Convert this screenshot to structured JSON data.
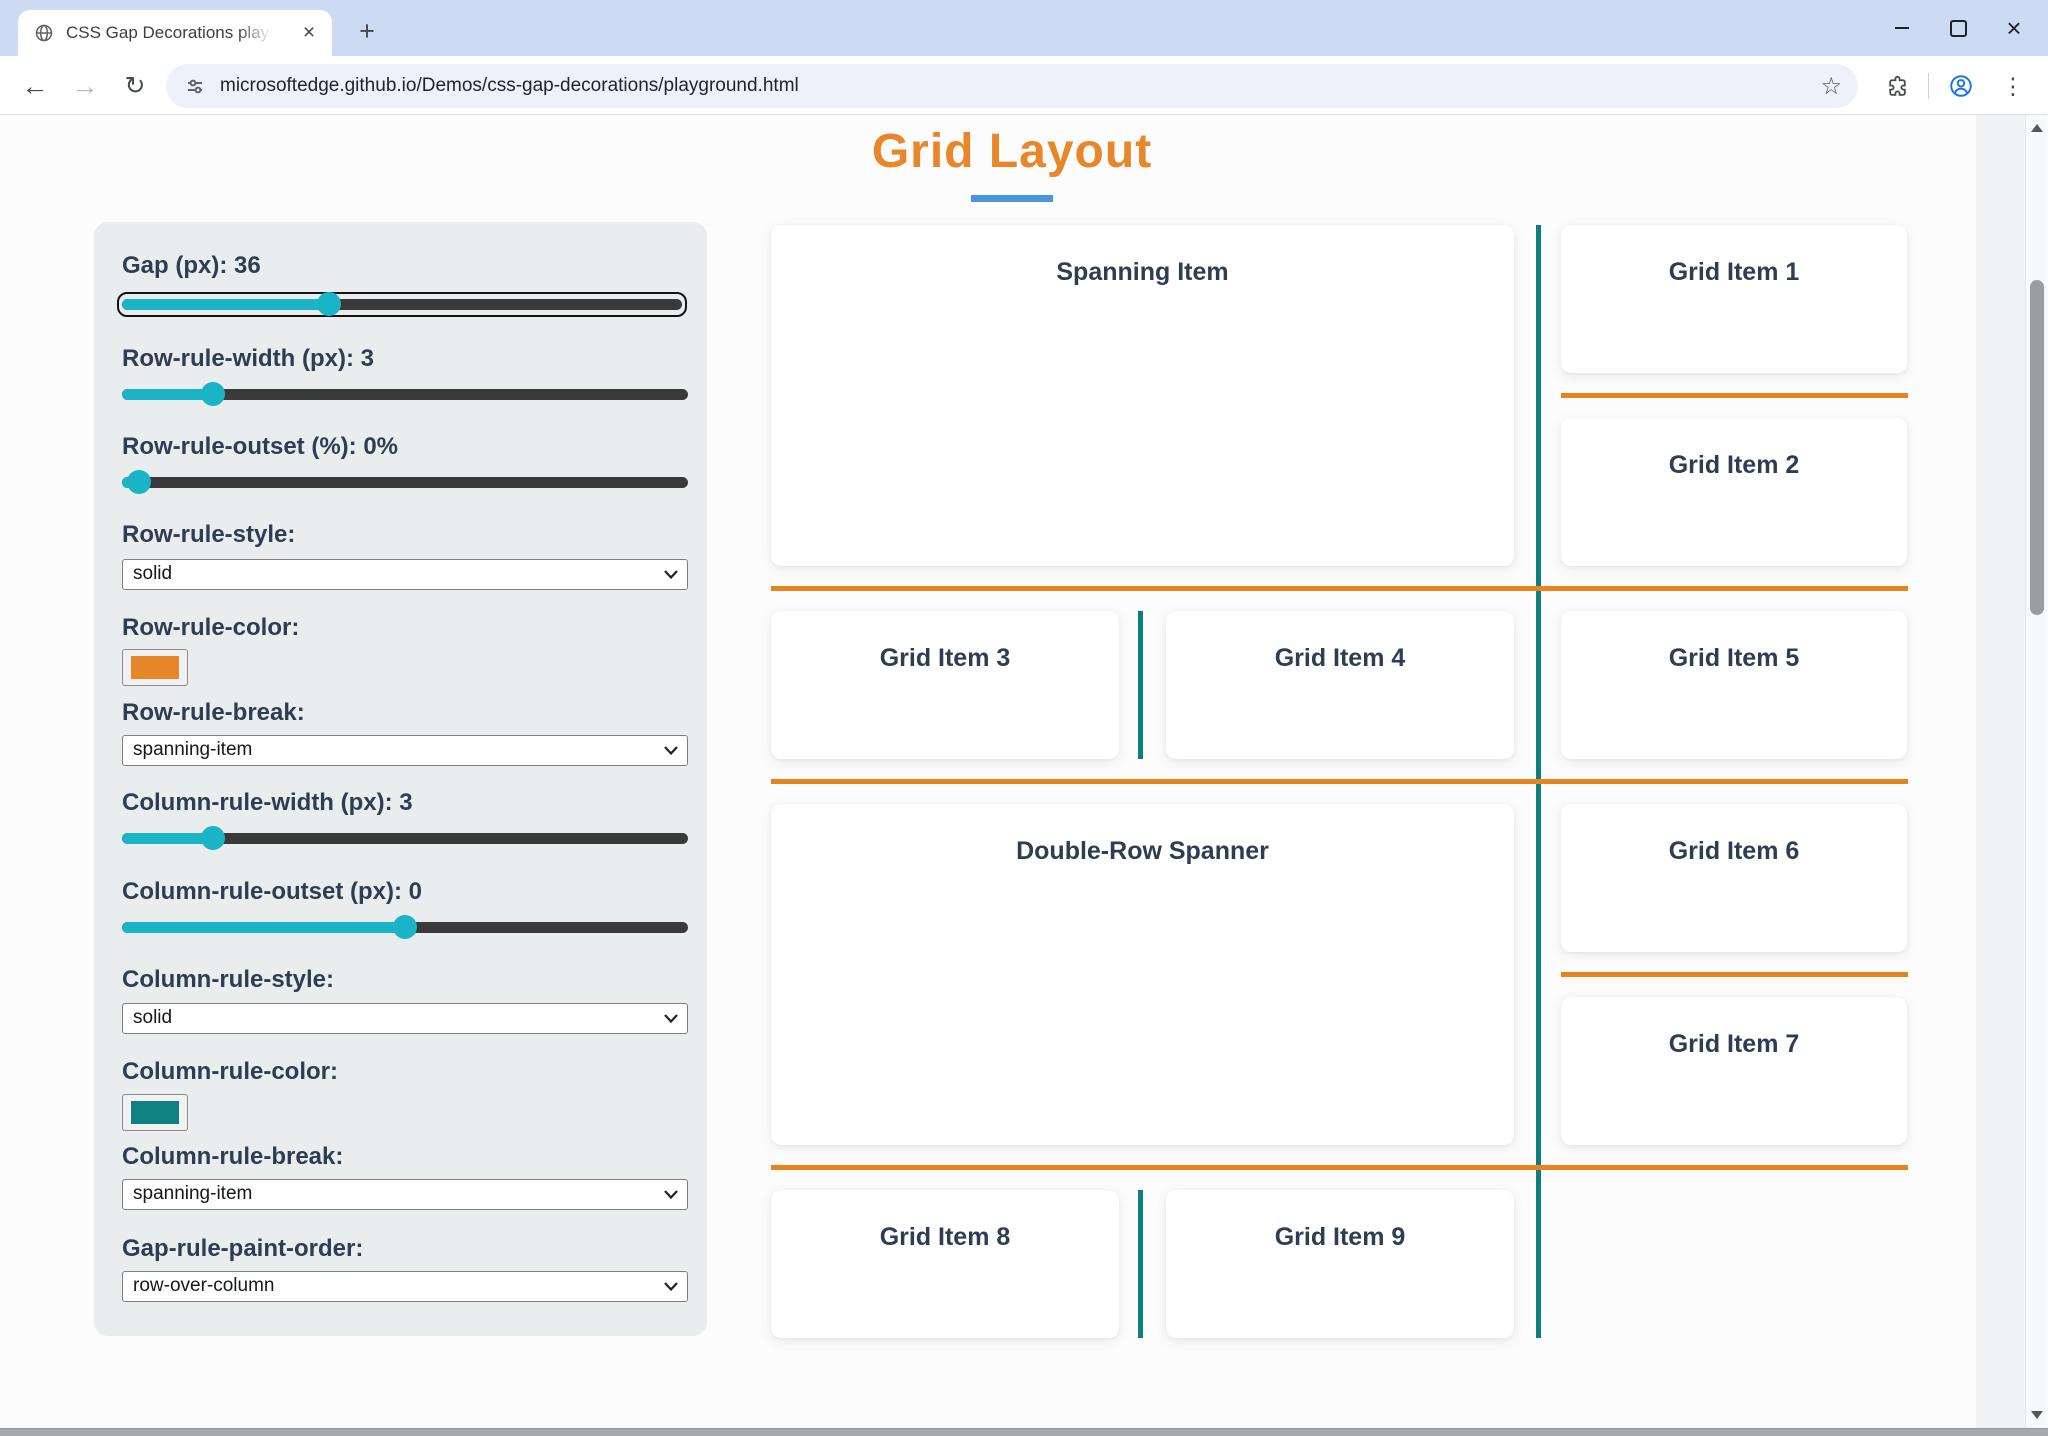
{
  "browser": {
    "tab_title": "CSS Gap Decorations playgroun",
    "new_tab_label": "+",
    "url": "microsoftedge.github.io/Demos/css-gap-decorations/playground.html"
  },
  "page": {
    "title": "Grid Layout",
    "accent_orange": "#e8872a",
    "rule_orange": "#e8831e",
    "rule_teal": "#0f7f7e",
    "slider_cyan": "#1ab4c6",
    "underline_blue": "#4a96d9"
  },
  "sidebar": {
    "gap": {
      "label": "Gap (px): 36",
      "value": 36,
      "percent": 37,
      "focused": true
    },
    "row_rule_width": {
      "label": "Row-rule-width (px): 3",
      "value": 3,
      "percent": 16
    },
    "row_rule_outset": {
      "label": "Row-rule-outset (%): 0%",
      "value": 0,
      "percent": 2
    },
    "row_rule_style": {
      "label": "Row-rule-style:",
      "value": "solid"
    },
    "row_rule_color": {
      "label": "Row-rule-color:",
      "value": "#e8872a"
    },
    "row_rule_break": {
      "label": "Row-rule-break:",
      "value": "spanning-item"
    },
    "column_rule_width": {
      "label": "Column-rule-width (px): 3",
      "value": 3,
      "percent": 16
    },
    "column_rule_outset": {
      "label": "Column-rule-outset (px): 0",
      "value": 0,
      "percent": 50
    },
    "column_rule_style": {
      "label": "Column-rule-style:",
      "value": "solid"
    },
    "column_rule_color": {
      "label": "Column-rule-color:",
      "value": "#0e8180"
    },
    "column_rule_break": {
      "label": "Column-rule-break:",
      "value": "spanning-item"
    },
    "gap_rule_paint_order": {
      "label": "Gap-rule-paint-order:",
      "value": "row-over-column"
    }
  },
  "grid": {
    "items": [
      "Spanning Item",
      "Grid Item 1",
      "Grid Item 2",
      "Grid Item 3",
      "Grid Item 4",
      "Grid Item 5",
      "Double-Row Spanner",
      "Grid Item 6",
      "Grid Item 7",
      "Grid Item 8",
      "Grid Item 9"
    ]
  }
}
